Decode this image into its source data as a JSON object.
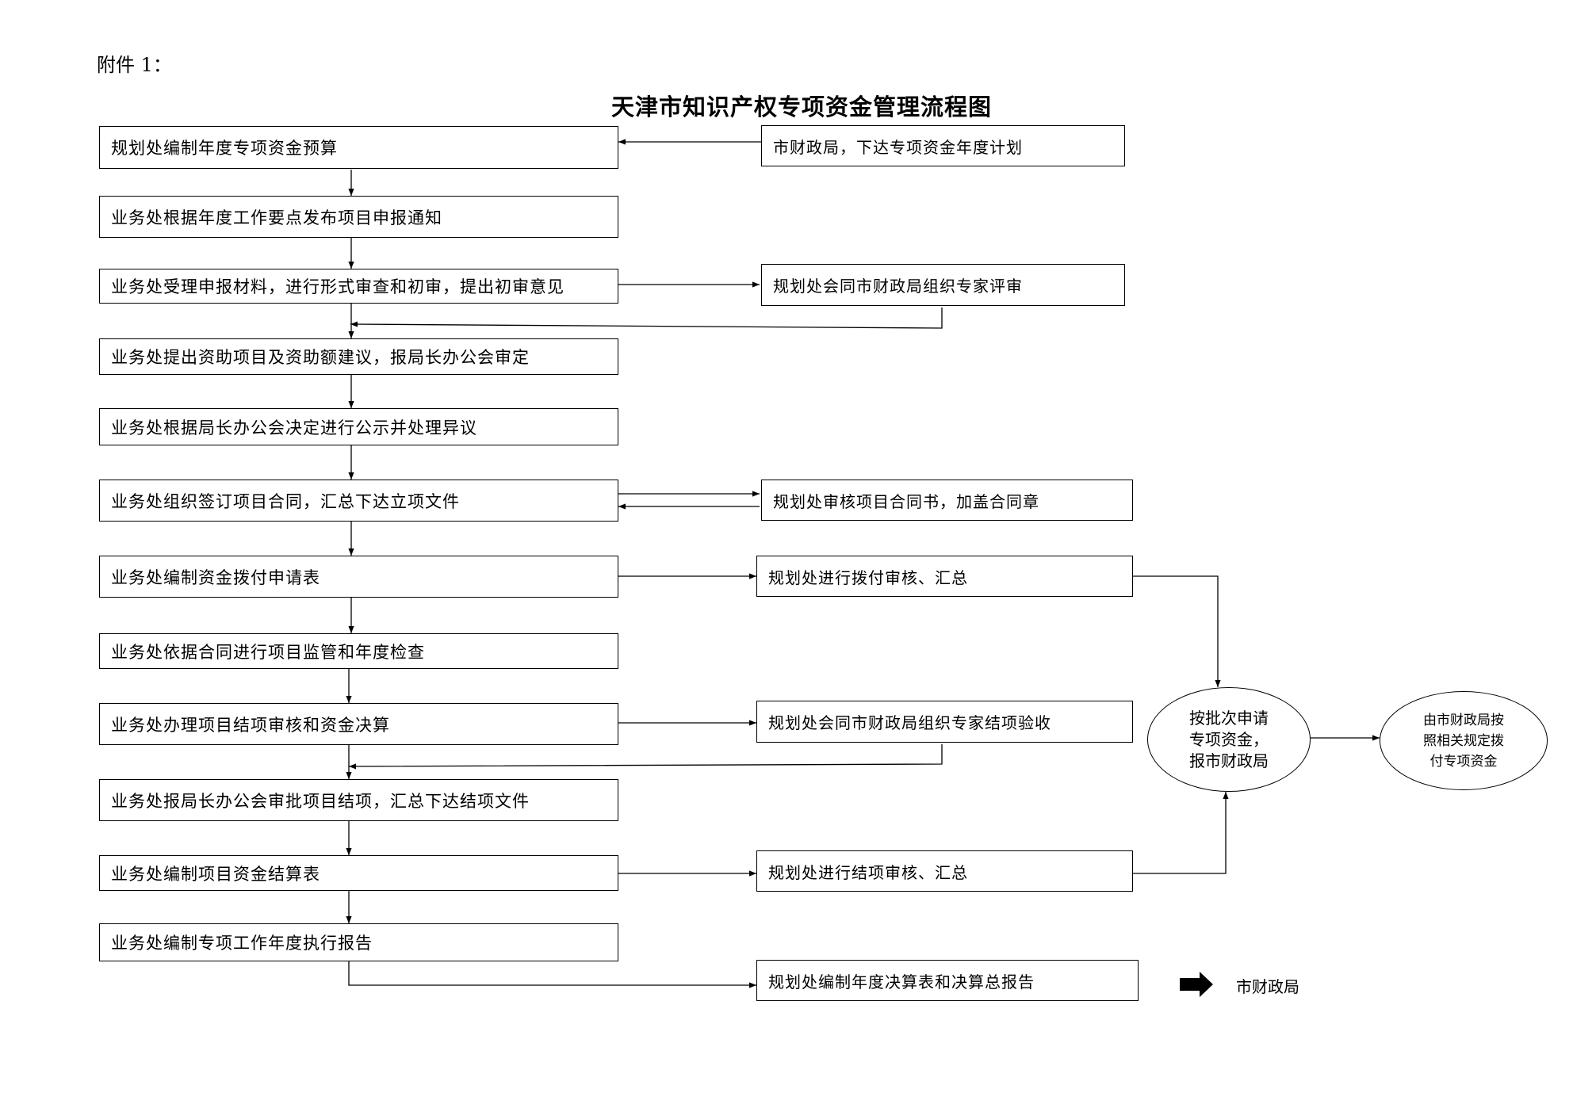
{
  "attachment_label": "附件 1：",
  "title": "天津市知识产权专项资金管理流程图",
  "main_steps": [
    "规划处编制年度专项资金预算",
    "业务处根据年度工作要点发布项目申报通知",
    "业务处受理申报材料，进行形式审查和初审，提出初审意见",
    "业务处提出资助项目及资助额建议，报局长办公会审定",
    "业务处根据局长办公会决定进行公示并处理异议",
    "业务处组织签订项目合同，汇总下达立项文件",
    "业务处编制资金拨付申请表",
    "业务处依据合同进行项目监管和年度检查",
    "业务处办理项目结项审核和资金决算",
    "业务处报局长办公会审批项目结项，汇总下达结项文件",
    "业务处编制项目资金结算表",
    "业务处编制专项工作年度执行报告"
  ],
  "side_steps": [
    "市财政局，下达专项资金年度计划",
    "规划处会同市财政局组织专家评审",
    "规划处审核项目合同书，加盖合同章",
    "规划处进行拨付审核、汇总",
    "规划处会同市财政局组织专家结项验收",
    "规划处进行结项审核、汇总",
    "规划处编制年度决算表和决算总报告"
  ],
  "ovals": {
    "apply_lines": [
      "按批次申请",
      "专项资金，",
      "报市财政局"
    ],
    "pay_lines": [
      "由市财政局按",
      "照相关规定拨",
      "付专项资金"
    ]
  },
  "legend": {
    "arrow_icon": "thick-right-arrow-icon",
    "label": "市财政局"
  }
}
